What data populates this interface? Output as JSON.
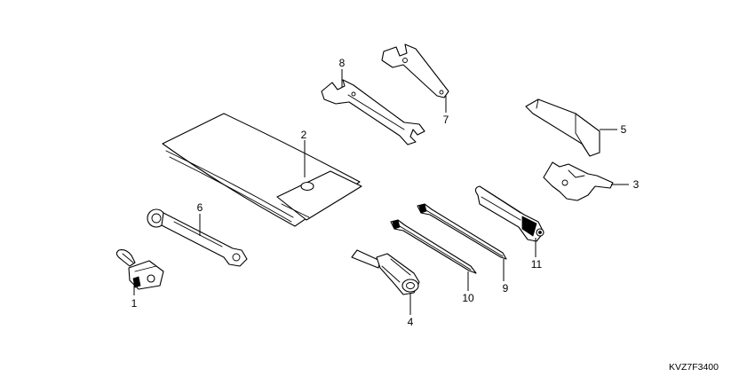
{
  "drawing_code": "KVZ7F3400",
  "callouts": {
    "c1": "1",
    "c2": "2",
    "c3": "3",
    "c4": "4",
    "c5": "5",
    "c6": "6",
    "c7": "7",
    "c8": "8",
    "c9": "9",
    "c10": "10",
    "c11": "11"
  }
}
